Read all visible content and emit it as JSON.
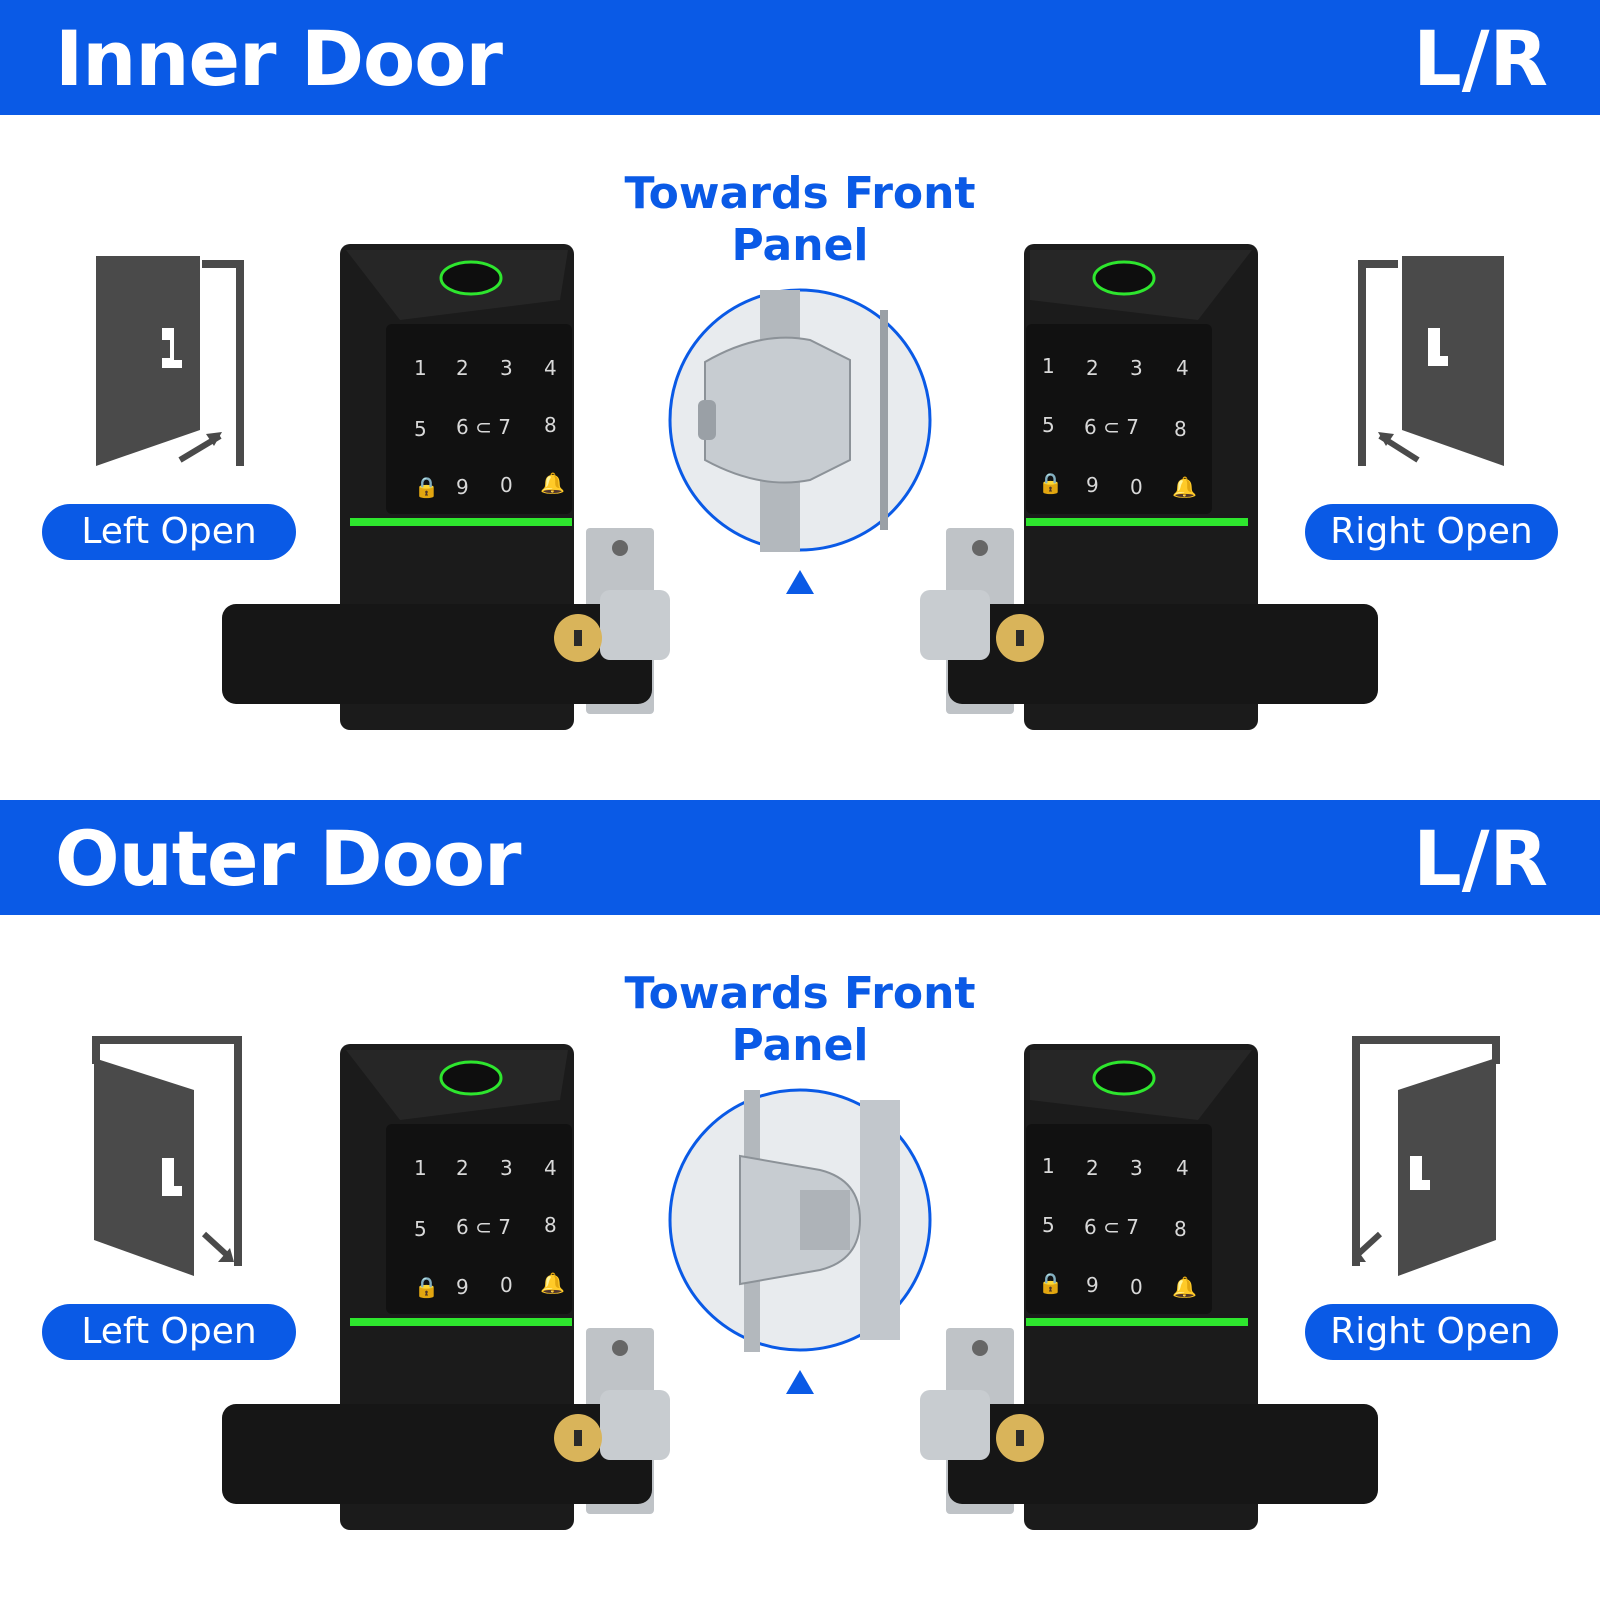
{
  "sections": [
    {
      "title": "Inner Door",
      "orientation": "L/R",
      "front_label": "Towards Front Panel",
      "left_label": "Left Open",
      "right_label": "Right Open"
    },
    {
      "title": "Outer Door",
      "orientation": "L/R",
      "front_label": "Towards Front Panel",
      "left_label": "Left Open",
      "right_label": "Right Open"
    }
  ],
  "keypad_keys": [
    "1",
    "2",
    "3",
    "4",
    "5",
    "6",
    "7",
    "8",
    "9",
    "0"
  ],
  "colors": {
    "brand_blue": "#0a5ae6",
    "lock_body": "#1b1b1b",
    "indicator_green": "#2ee62e",
    "door_icon": "#4a4a4a",
    "metal": "#bfc3c7",
    "key_brass": "#d9b45a"
  },
  "icons": [
    "door-left-open-icon",
    "door-right-open-icon",
    "fingerprint-sensor-icon",
    "lock-star-icon",
    "bell-hash-icon",
    "arrow-up-icon"
  ]
}
